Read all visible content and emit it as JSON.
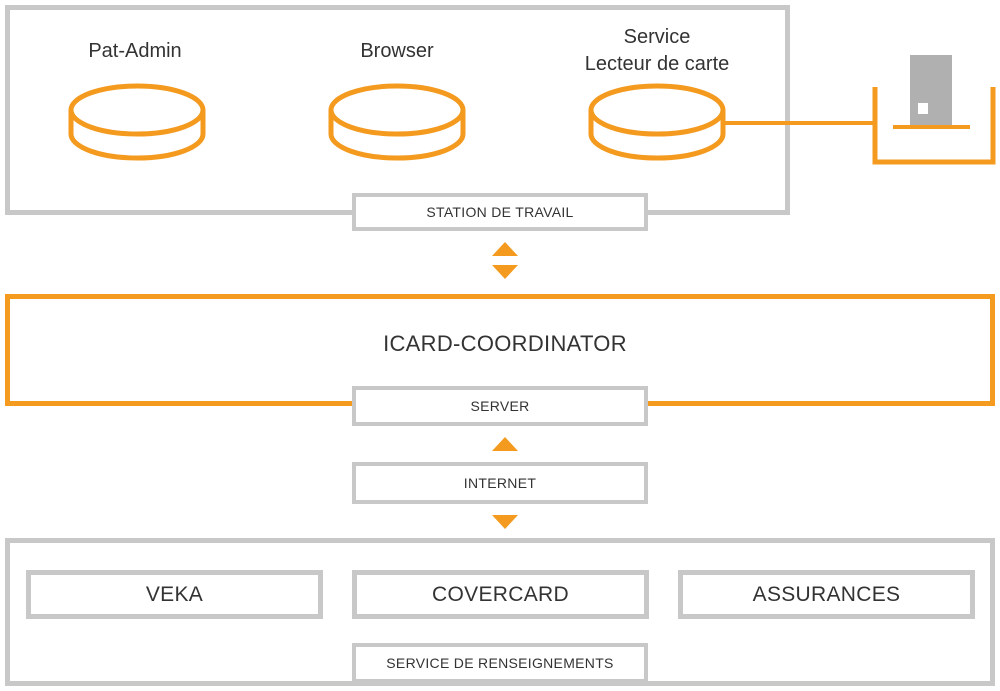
{
  "workstation": {
    "apps": [
      {
        "name": "Pat-Admin"
      },
      {
        "name": "Browser"
      },
      {
        "name": "Service Lecteur de carte",
        "lines": [
          "Service",
          "Lecteur de carte"
        ]
      }
    ],
    "tag": "STATION DE TRAVAIL"
  },
  "coordinator": {
    "title": "ICARD-COORDINATOR",
    "tag": "SERVER"
  },
  "network": {
    "tag": "INTERNET"
  },
  "services": {
    "items": [
      "VEKA",
      "COVERCARD",
      "ASSURANCES"
    ],
    "tag": "SERVICE DE RENSEIGNEMENTS"
  },
  "colors": {
    "accent": "#f39a1f",
    "frame": "#c8c8c8",
    "card": "#b0b0b0",
    "text": "#333333"
  }
}
